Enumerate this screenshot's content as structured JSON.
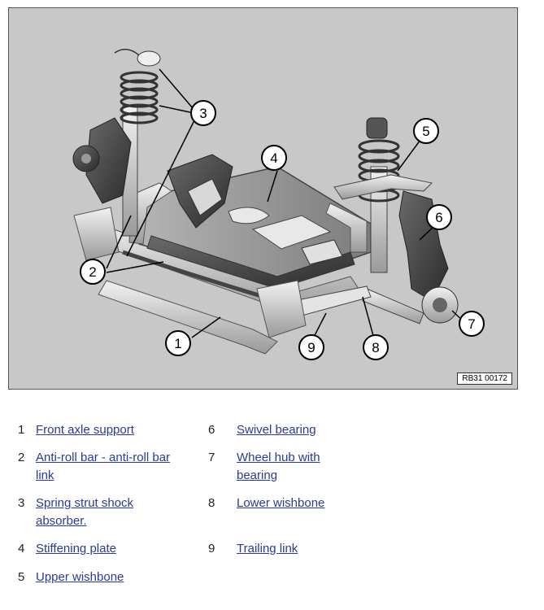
{
  "figure": {
    "ref_code": "RB31 00172",
    "callouts": [
      {
        "num": "1"
      },
      {
        "num": "2"
      },
      {
        "num": "3"
      },
      {
        "num": "4"
      },
      {
        "num": "5"
      },
      {
        "num": "6"
      },
      {
        "num": "7"
      },
      {
        "num": "8"
      },
      {
        "num": "9"
      }
    ]
  },
  "legend": {
    "items": [
      {
        "num": "1",
        "label": "Front axle support"
      },
      {
        "num": "2",
        "label": "Anti-roll bar - anti-roll bar link"
      },
      {
        "num": "3",
        "label": "Spring strut shock absorber."
      },
      {
        "num": "4",
        "label": "Stiffening plate"
      },
      {
        "num": "5",
        "label": "Upper wishbone"
      },
      {
        "num": "6",
        "label": "Swivel bearing"
      },
      {
        "num": "7",
        "label": "Wheel hub with bearing"
      },
      {
        "num": "8",
        "label": "Lower wishbone"
      },
      {
        "num": "9",
        "label": "Trailing link"
      }
    ]
  }
}
